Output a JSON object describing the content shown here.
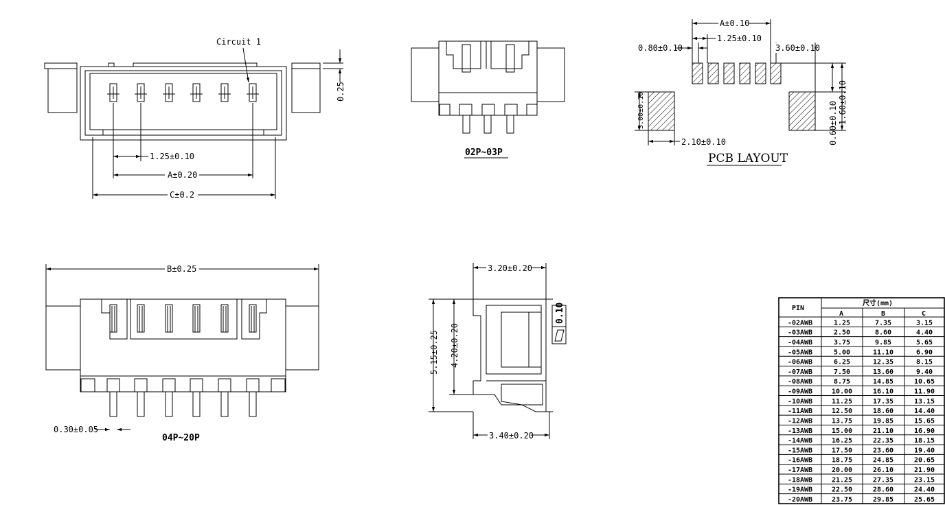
{
  "labels": {
    "circuit1": "Circuit 1",
    "dim_025": "0.25",
    "pitch_125_front": "1.25±0.10",
    "a_020": "A±0.20",
    "c_02": "C±0.2",
    "view_02p03p": "02P~03P",
    "b_025": "B±0.25",
    "pin_030": "0.30±0.05",
    "view_04p20p": "04P~20P",
    "side_320": "3.20±0.20",
    "side_515": "5.15±0.25",
    "side_420": "4.20±0.20",
    "side_340": "3.40±0.20",
    "flatness": "0.10",
    "pcb_a": "A±0.10",
    "pcb_125": "1.25±0.10",
    "pcb_080": "0.80±0.10",
    "pcb_360": "3.60±0.10",
    "pcb_300": "3.00±0.10",
    "pcb_210": "2.10±0.10",
    "pcb_060": "0.60±0.10",
    "pcb_160": "1.60±0.10",
    "pcb_title": "PCB LAYOUT"
  },
  "table": {
    "pin_header": "PIN",
    "size_header": "尺寸(mm)",
    "col_a": "A",
    "col_b": "B",
    "col_c": "C",
    "rows": [
      [
        "-02AWB",
        "1.25",
        "7.35",
        "3.15"
      ],
      [
        "-03AWB",
        "2.50",
        "8.60",
        "4.40"
      ],
      [
        "-04AWB",
        "3.75",
        "9.85",
        "5.65"
      ],
      [
        "-05AWB",
        "5.00",
        "11.10",
        "6.90"
      ],
      [
        "-06AWB",
        "6.25",
        "12.35",
        "8.15"
      ],
      [
        "-07AWB",
        "7.50",
        "13.60",
        "9.40"
      ],
      [
        "-08AWB",
        "8.75",
        "14.85",
        "10.65"
      ],
      [
        "-09AWB",
        "10.00",
        "16.10",
        "11.90"
      ],
      [
        "-10AWB",
        "11.25",
        "17.35",
        "13.15"
      ],
      [
        "-11AWB",
        "12.50",
        "18.60",
        "14.40"
      ],
      [
        "-12AWB",
        "13.75",
        "19.85",
        "15.65"
      ],
      [
        "-13AWB",
        "15.00",
        "21.10",
        "16.90"
      ],
      [
        "-14AWB",
        "16.25",
        "22.35",
        "18.15"
      ],
      [
        "-15AWB",
        "17.50",
        "23.60",
        "19.40"
      ],
      [
        "-16AWB",
        "18.75",
        "24.85",
        "20.65"
      ],
      [
        "-17AWB",
        "20.00",
        "26.10",
        "21.90"
      ],
      [
        "-18AWB",
        "21.25",
        "27.35",
        "23.15"
      ],
      [
        "-19AWB",
        "22.50",
        "28.60",
        "24.40"
      ],
      [
        "-20AWB",
        "23.75",
        "29.85",
        "25.65"
      ]
    ]
  }
}
